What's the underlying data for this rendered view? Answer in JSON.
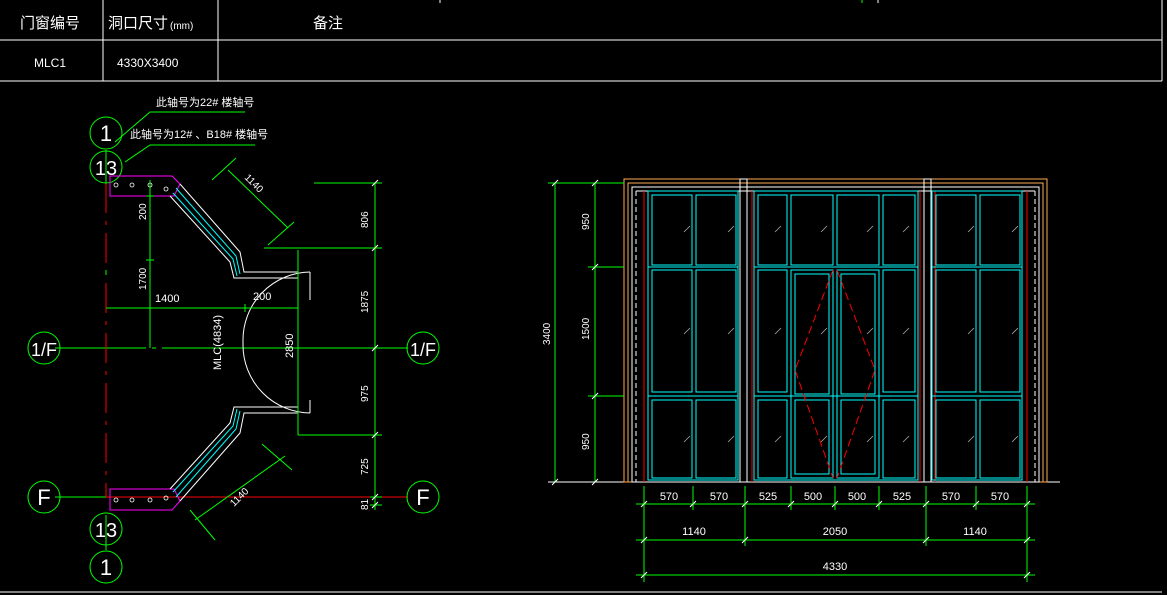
{
  "schedule": {
    "headers": {
      "code": "门窗编号",
      "size": "洞口尺寸",
      "size_unit": "(mm)",
      "note": "备注"
    },
    "row": {
      "code": "MLC1",
      "size": "4330X3400",
      "note": ""
    }
  },
  "plan": {
    "note_upper": "此轴号为22#  楼轴号",
    "note_lower": "此轴号为12#  、B18#  楼轴号",
    "axes": {
      "one": "1",
      "thirteen": "13",
      "one_f": "1/F",
      "f": "F"
    },
    "door_tag": "MLC(4834)",
    "dims_left": {
      "d200": "200",
      "d1700": "1700",
      "d1400": "1400",
      "d200b": "200",
      "d2850": "2850"
    },
    "dims_diag": {
      "top": "1140",
      "bottom": "1140"
    },
    "dims_right": {
      "d806": "806",
      "d1875": "1875",
      "d975": "975",
      "d725": "725",
      "d81": "81"
    }
  },
  "elevation": {
    "height_total": "3400",
    "heights": {
      "top": "950",
      "mid": "1500",
      "bottom": "950"
    },
    "widths_row1": [
      "570",
      "570",
      "525",
      "500",
      "500",
      "525",
      "570",
      "570"
    ],
    "widths_row2": [
      "1140",
      "2050",
      "1140"
    ],
    "width_total": "4330"
  },
  "colors": {
    "line": "#ffffff",
    "green": "#00ff00",
    "cyan": "#00ffff",
    "red": "#ff0000",
    "magenta": "#ff00ff",
    "orange": "#ffaa55"
  }
}
